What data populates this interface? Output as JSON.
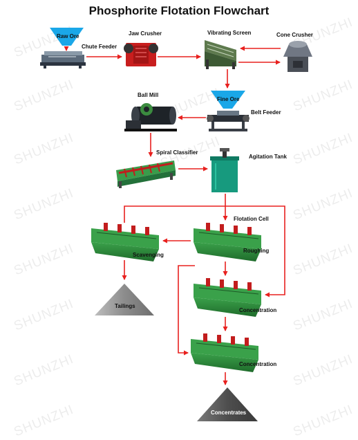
{
  "title": "Phosphorite Flotation Flowchart",
  "watermark": "SHUNZHI",
  "colors": {
    "arrow": "#e8201e",
    "hopper": "#1aa7e8",
    "cell_green": "#2f8a3c",
    "pile": "#8c8c8c"
  },
  "labels": {
    "raw_ore": "Raw Ore",
    "chute_feeder": "Chute Feeder",
    "jaw_crusher": "Jaw Crusher",
    "vibrating_screen": "Vibrating Screen",
    "cone_crusher": "Cone Crusher",
    "ball_mill": "Ball Mill",
    "fine_ore": "Fine Ore",
    "belt_feeder": "Belt Feeder",
    "spiral_classifier": "Spiral Classifier",
    "agitation_tank": "Agitation Tank",
    "flotation_cell": "Flotation Cell",
    "scavenging": "Scavenging",
    "roughing": "Roughing",
    "concentration_1": "Concentration",
    "concentration_2": "Concentration",
    "tailings": "Tailings",
    "concentrates": "Concentrates"
  }
}
